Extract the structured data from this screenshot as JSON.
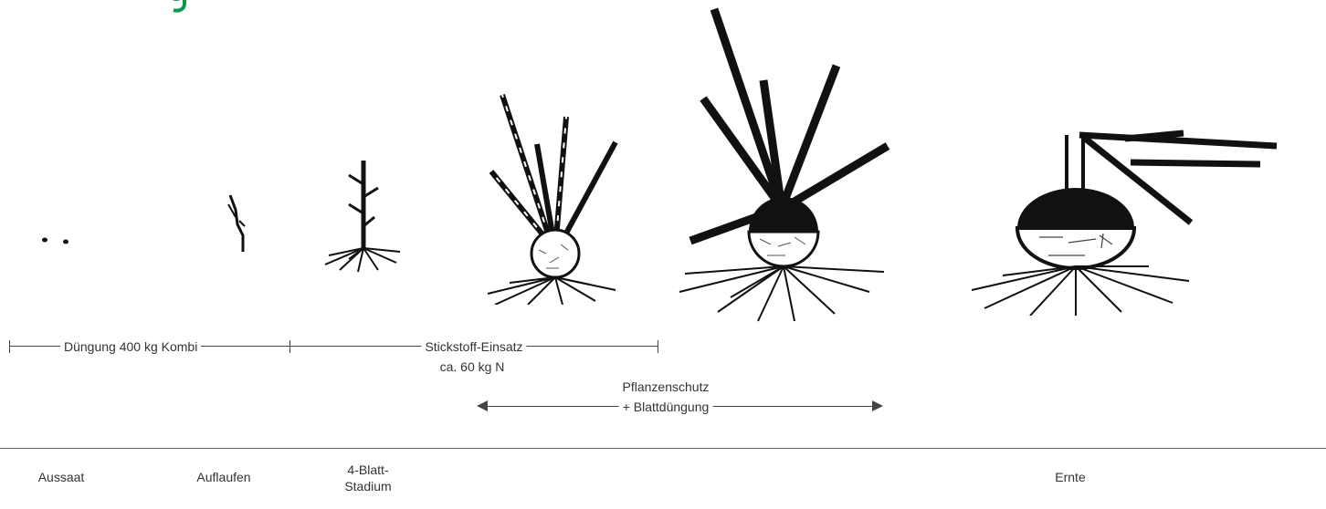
{
  "accent_color": "#0a9a4a",
  "plant_stages": [
    "seeds",
    "sprout",
    "small-plant",
    "young-onion",
    "growing-onion",
    "mature-onion"
  ],
  "brackets": {
    "duengung": "Düngung 400 kg Kombi",
    "stickstoff_line1": "Stickstoff-Einsatz",
    "stickstoff_line2": "ca. 60 kg N",
    "pflanzenschutz_line1": "Pflanzenschutz",
    "pflanzenschutz_line2": "+ Blattdüngung"
  },
  "stages": {
    "aussaat": "Aussaat",
    "auflaufen": "Auflaufen",
    "vierblatt_line1": "4-Blatt-",
    "vierblatt_line2": "Stadium",
    "ernte": "Ernte"
  }
}
